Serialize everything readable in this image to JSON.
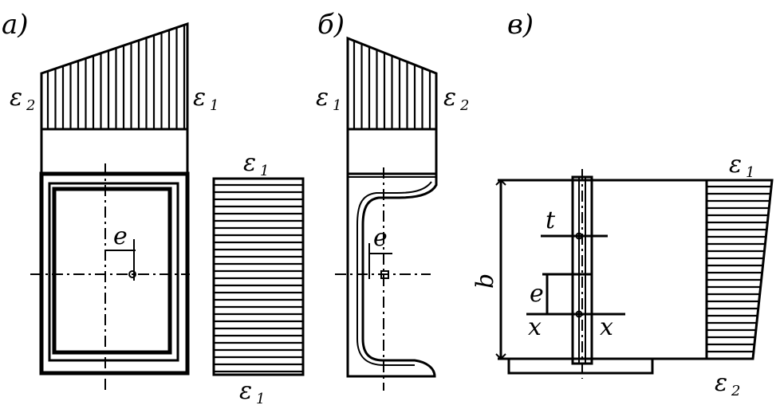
{
  "panels": {
    "a": {
      "label": "а)",
      "eps_left": "ε",
      "eps_left_sub": "2",
      "eps_right": "ε",
      "eps_right_sub": "1",
      "ecc": "e",
      "side_top": "ε",
      "side_top_sub": "1",
      "side_bottom": "ε",
      "side_bottom_sub": "1"
    },
    "b": {
      "label": "б)",
      "eps_left": "ε",
      "eps_left_sub": "1",
      "eps_right": "ε",
      "eps_right_sub": "2",
      "ecc": "e"
    },
    "c": {
      "label": "в)",
      "eps_top": "ε",
      "eps_top_sub": "1",
      "eps_bottom": "ε",
      "eps_bottom_sub": "2",
      "dim_b": "b",
      "t": "t",
      "ecc": "e",
      "x_left": "x",
      "x_right": "x"
    }
  }
}
